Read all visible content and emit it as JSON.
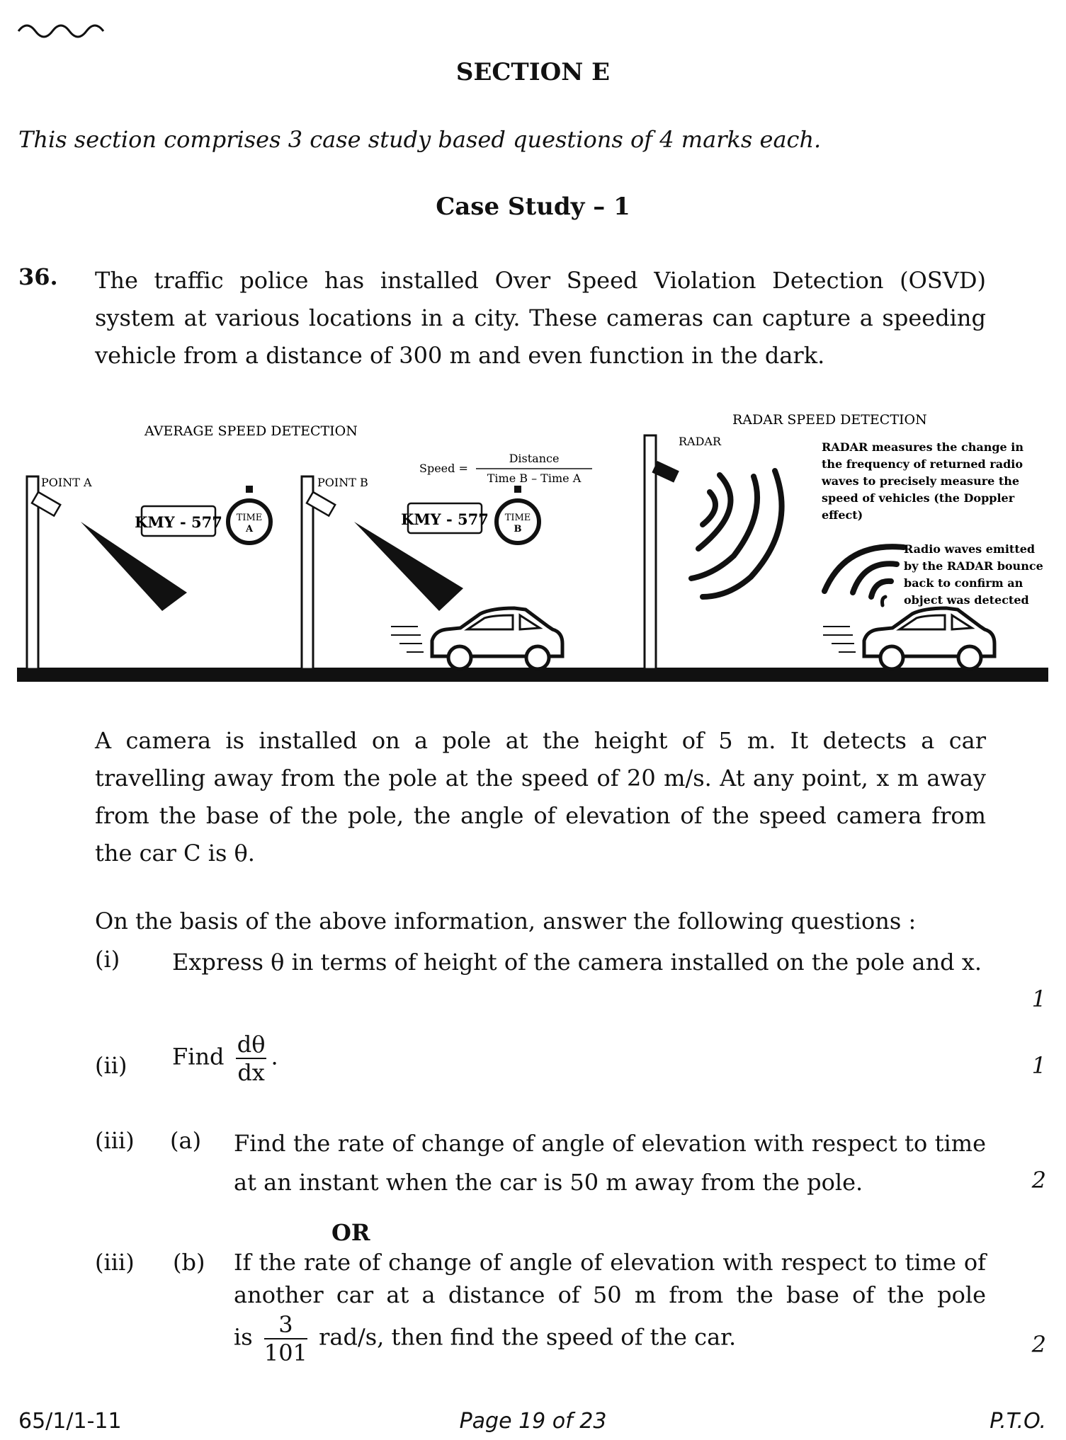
{
  "section": {
    "title": "SECTION E",
    "intro": "This section comprises 3 case study based questions of 4 marks each.",
    "case_title": "Case Study – 1"
  },
  "question": {
    "number": "36.",
    "intro": "The traffic police has installed Over Speed Violation Detection (OSVD) system at various locations in a city. These cameras can capture a speeding vehicle from a distance of 300 m and even function in the dark.",
    "scenario": "A camera is installed on a pole at the height of 5 m. It detects a car travelling away from the pole at the speed of 20 m/s. At any point, x m away from the base of the pole, the angle of elevation of the speed camera from the car C is θ.",
    "instruction": "On the basis of the above information, answer the following questions :",
    "parts": {
      "i": {
        "label": "(i)",
        "text": "Express θ in terms of height of the camera installed on the pole and x.",
        "marks": "1"
      },
      "ii": {
        "label": "(ii)",
        "text_before": "Find",
        "frac_num": "dθ",
        "frac_den": "dx",
        "text_after": ".",
        "marks": "1"
      },
      "iii_a": {
        "label": "(iii)",
        "sub": "(a)",
        "text": "Find the rate of change of angle of elevation with respect to time at an instant when the car is 50 m away from the pole.",
        "marks": "2"
      },
      "or": "OR",
      "iii_b": {
        "label": "(iii)",
        "sub": "(b)",
        "text": "If the rate of change of angle of elevation with respect to time of another car at a distance of 50 m from the base of the pole",
        "is_word": "is",
        "frac_num": "3",
        "frac_den": "101",
        "text_after": "rad/s, then find the speed of the car.",
        "marks": "2"
      }
    }
  },
  "figure": {
    "avg_title": "AVERAGE SPEED DETECTION",
    "point_a": "POINT A",
    "point_b": "POINT B",
    "plate": "KMY - 577",
    "time_word": "TIME",
    "time_a": "A",
    "time_b": "B",
    "speed_label": "Speed =",
    "speed_num": "Distance",
    "speed_den": "Time B – Time A",
    "radar_title": "RADAR SPEED DETECTION",
    "radar_label": "RADAR",
    "radar_note_1": [
      "RADAR measures the change in",
      "the frequency of returned radio",
      "waves to precisely measure the",
      "speed of vehicles (the Doppler",
      "effect)"
    ],
    "radar_note_2": [
      "Radio waves emitted",
      "by the RADAR bounce",
      "back to confirm an",
      "object was detected"
    ]
  },
  "footer": {
    "code": "65/1/1-11",
    "page": "Page 19 of 23",
    "pto": "P.T.O."
  }
}
